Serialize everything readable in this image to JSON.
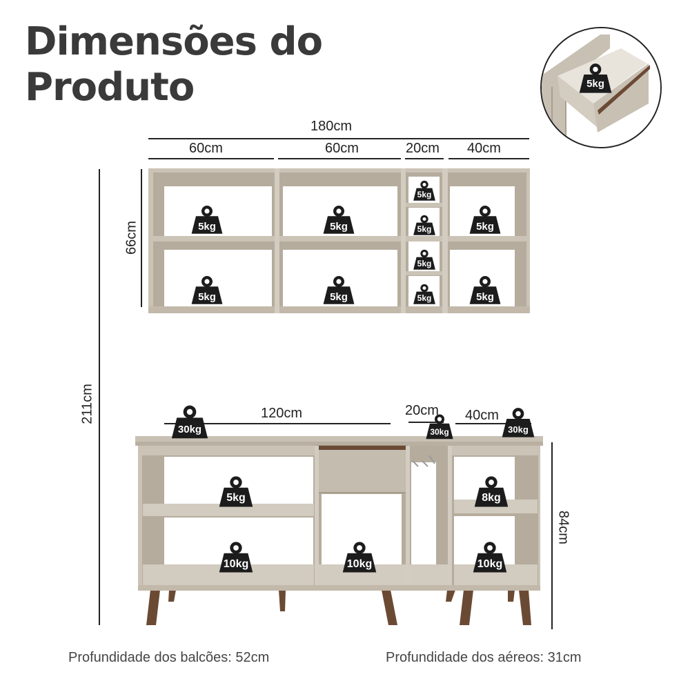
{
  "title": {
    "line1": "Dimensões do",
    "line2": "Produto"
  },
  "upper_cabinet": {
    "total_width": "180cm",
    "sections": [
      "60cm",
      "60cm",
      "20cm",
      "40cm"
    ],
    "height": "66cm",
    "weights": {
      "left_top": "5kg",
      "left_bottom": "5kg",
      "mid_top": "5kg",
      "mid_bottom": "5kg",
      "narrow_1": "5kg",
      "narrow_2": "5kg",
      "narrow_3": "5kg",
      "narrow_4": "5kg",
      "right_top": "5kg",
      "right_bottom": "5kg"
    }
  },
  "total_height": "211cm",
  "lower_cabinet": {
    "widths": [
      "120cm",
      "20cm",
      "40cm"
    ],
    "height": "84cm",
    "top_weights": {
      "left": "30kg",
      "middle": "30kg",
      "right": "30kg"
    },
    "weights": {
      "left_top": "5kg",
      "left_bottom": "10kg",
      "center_bottom": "10kg",
      "right_top": "8kg",
      "right_bottom": "10kg"
    }
  },
  "drawer_inset": {
    "weight": "5kg"
  },
  "footer": {
    "left": "Profundidade dos balcões: 52cm",
    "right": "Profundidade dos aéreos: 31cm"
  },
  "colors": {
    "cabinet": "#cbc3b6",
    "cabinet_dark": "#b7ae9f",
    "interior": "#ffffff",
    "leg": "#6b4a34",
    "weight_icon": "#1c1c1c"
  }
}
